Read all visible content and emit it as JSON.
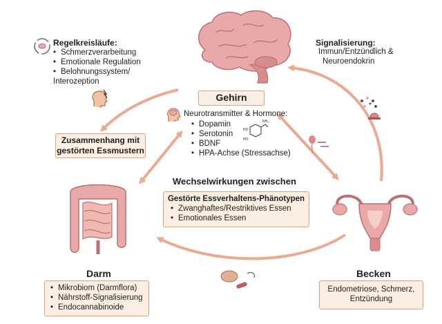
{
  "regelkreise": {
    "title": "Regelkreisläufe:",
    "items": [
      "Schmerzverarbeitung",
      "Emotionale Regulation",
      "Belohnungssystem/",
      "Interozeption"
    ]
  },
  "signal": {
    "title": "Signalisierung:",
    "lines": [
      "Immun/Entzündlich &",
      "Neuroendokrin"
    ]
  },
  "gehirn": {
    "label": "Gehirn"
  },
  "neuro": {
    "title": "Neurotransmitter & Hormone:",
    "items": [
      "Dopamin",
      "Serotonin",
      "BDNF",
      "HPA-Achse (Stressachse)"
    ]
  },
  "zusammenhang": {
    "lines": [
      "Zusammenhang mit",
      "gestörten Essmustern"
    ]
  },
  "wechsel": {
    "title": "Wechselwirkungen zwischen"
  },
  "phaeno": {
    "title": "Gestörte Essverhaltens-Phänotypen",
    "items": [
      "Zwanghaftes/Restriktives Essen",
      "Emotionales Essen"
    ]
  },
  "darm": {
    "label": "Darm",
    "items": [
      "Mikrobiom (Darmflora)",
      "Nährstoff-Signalisierung",
      "Endocannabinoide"
    ]
  },
  "becken": {
    "label": "Becken",
    "lines": [
      "Endometriose, Schmerz,",
      "Entzündung"
    ]
  },
  "molecule": {
    "nh2": "NH₂",
    "ho1": "HO",
    "ho2": "HO"
  },
  "colors": {
    "arrow": "#eba98f",
    "box_fill": "#fbeee3",
    "box_border": "#d9a07e",
    "brain": "#e9a9a9",
    "organ": "#d98c8c"
  }
}
